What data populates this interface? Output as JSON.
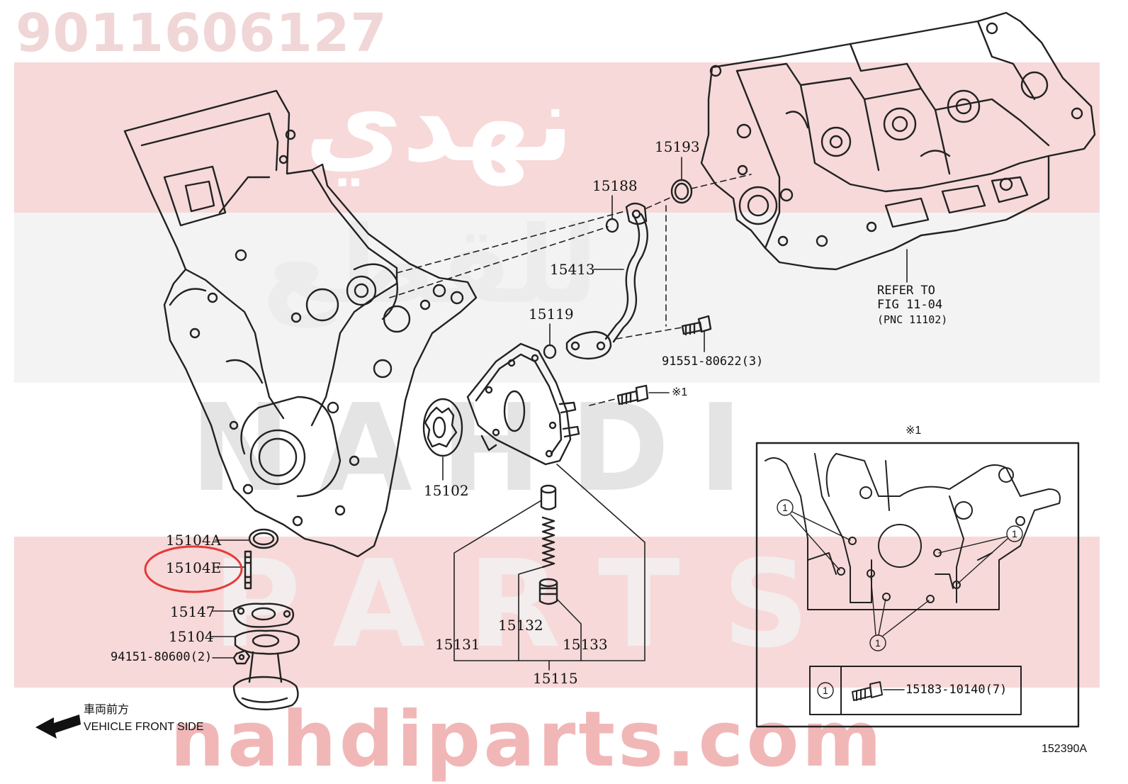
{
  "watermark": {
    "part_number": "9011606127",
    "arabic_top": "نهدي",
    "arabic_mid": "للقطع",
    "word_top": "NAHDI",
    "word_bottom": "PARTS",
    "url": "nahdiparts.com",
    "band_color": "#f7d9d9",
    "url_color": "#f1b7b7"
  },
  "callouts": {
    "p15193": "15193",
    "p15188": "15188",
    "p15413": "15413",
    "p15119": "15119",
    "p91551": "91551-80622(3)",
    "ref_line1": "REFER TO",
    "ref_line2": "FIG 11-04",
    "ref_line3": "(PNC 11102)",
    "note_mark_bolt": "※1",
    "p15102": "15102",
    "p15104A": "15104A",
    "p15104E": "15104E",
    "p15147": "15147",
    "p15104": "15104",
    "p94151": "94151-80600(2)",
    "p15132": "15132",
    "p15131": "15131",
    "p15133": "15133",
    "p15115": "15115"
  },
  "detail": {
    "title_mark": "※1",
    "marker": "1",
    "legend_marker": "1",
    "legend_part": "15183-10140(7)"
  },
  "direction": {
    "japanese": "車両前方",
    "english": "VEHICLE FRONT SIDE"
  },
  "figure_id": "152390A",
  "highlight_color": "#e33a3a"
}
